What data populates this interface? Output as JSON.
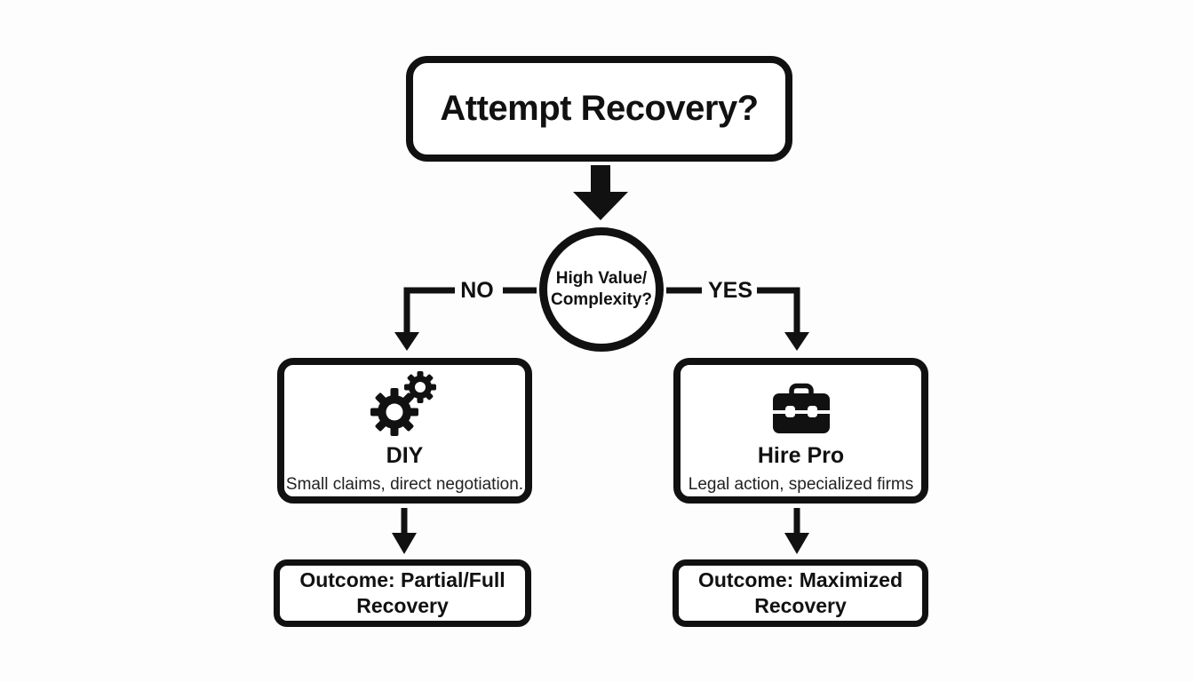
{
  "colors": {
    "background": "#fdfdfd",
    "ink": "#111111",
    "subtitle": "#222222"
  },
  "flowchart": {
    "start": {
      "label": "Attempt Recovery?"
    },
    "decision": {
      "label": "High Value/\nComplexity?"
    },
    "branches": {
      "no": "NO",
      "yes": "YES"
    },
    "options": {
      "diy": {
        "icon": "gears-icon",
        "title": "DIY",
        "subtitle": "Small claims, direct negotiation."
      },
      "hire_pro": {
        "icon": "briefcase-icon",
        "title": "Hire Pro",
        "subtitle": "Legal action, specialized firms"
      }
    },
    "outcomes": {
      "diy": "Outcome: Partial/Full\nRecovery",
      "hire_pro": "Outcome: Maximized\nRecovery"
    }
  }
}
